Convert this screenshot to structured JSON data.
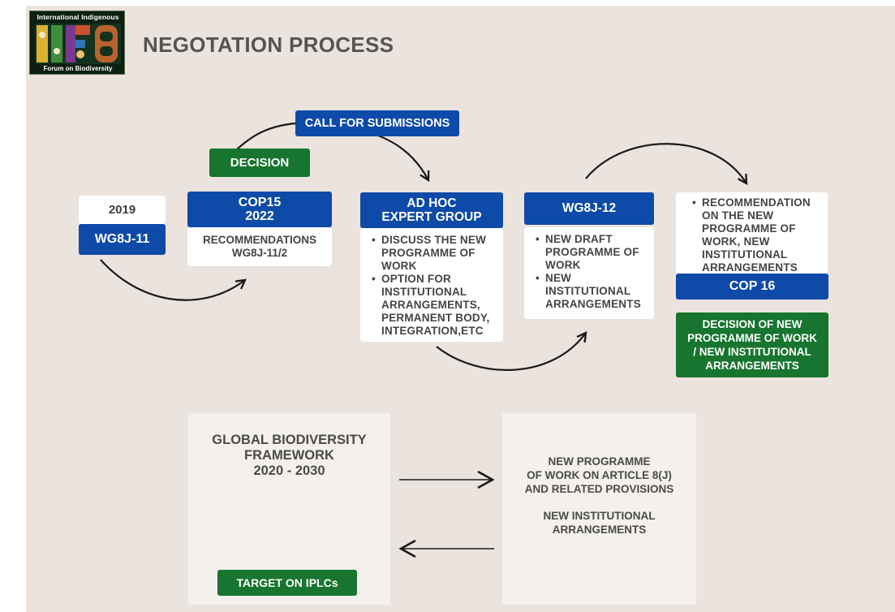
{
  "logo": {
    "top_text": "International Indigenous",
    "letters": "IIFB",
    "bottom_text": "Forum on Biodiversity"
  },
  "title": "NEGOTATION PROCESS",
  "top_flow": {
    "year": "2019",
    "wg8j_11": "WG8J-11",
    "cop15": "COP15\n2022",
    "recommendations": "RECOMMENDATIONS\nWG8J-11/2",
    "decision": "DECISION",
    "call": "CALL FOR SUBMISSIONS",
    "adhoc": "AD HOC\nEXPERT GROUP",
    "adhoc_items": [
      "DISCUSS THE NEW PROGRAMME OF WORK",
      "OPTION FOR INSTITUTIONAL ARRANGEMENTS, PERMANENT BODY, INTEGRATION,ETC"
    ],
    "wg8j_12": "WG8J-12",
    "wg8j_12_items": [
      "NEW DRAFT PROGRAMME OF WORK",
      "NEW INSTITUTIONAL ARRANGEMENTS"
    ],
    "cop16_items": [
      "RECOMMENDATION ON THE NEW PROGRAMME OF WORK, NEW INSTITUTIONAL ARRANGEMENTS"
    ],
    "cop16": "COP 16",
    "cop16_decision": "DECISION OF NEW\nPROGRAMME OF WORK\n/ NEW INSTITUTIONAL\nARRANGEMENTS"
  },
  "bottom_flow": {
    "gbf": "GLOBAL BIODIVERSITY\nFRAMEWORK\n2020 - 2030",
    "target": "TARGET ON IPLCs",
    "new_pow": "NEW PROGRAMME\nOF WORK ON ARTICLE 8(J)\nAND RELATED PROVISIONS",
    "new_inst": "NEW INSTITUTIONAL\nARRANGEMENTS"
  },
  "colors": {
    "background": "#ebe3dd",
    "blue": "#0e4aa7",
    "green": "#17752f",
    "panel": "#f4f1ec",
    "title": "#545454",
    "arrow": "#1a1a1a"
  }
}
